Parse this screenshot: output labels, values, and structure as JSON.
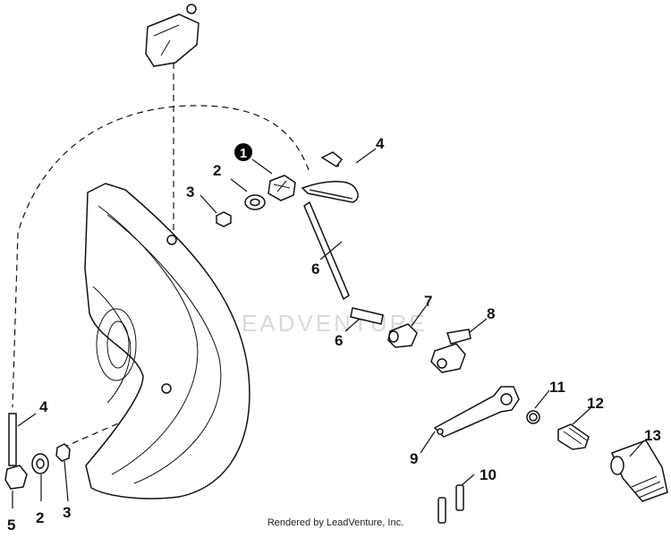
{
  "watermark": "EADVENTURE",
  "footer": "Rendered by LeadVenture, Inc.",
  "callouts": {
    "c1": "1",
    "c2a": "2",
    "c3a": "3",
    "c4a": "4",
    "c6a": "6",
    "c6b": "6",
    "c7": "7",
    "c8": "8",
    "c4b": "4",
    "c2b": "2",
    "c3b": "3",
    "c5": "5",
    "c9": "9",
    "c10": "10",
    "c11": "11",
    "c12": "12",
    "c13": "13"
  }
}
